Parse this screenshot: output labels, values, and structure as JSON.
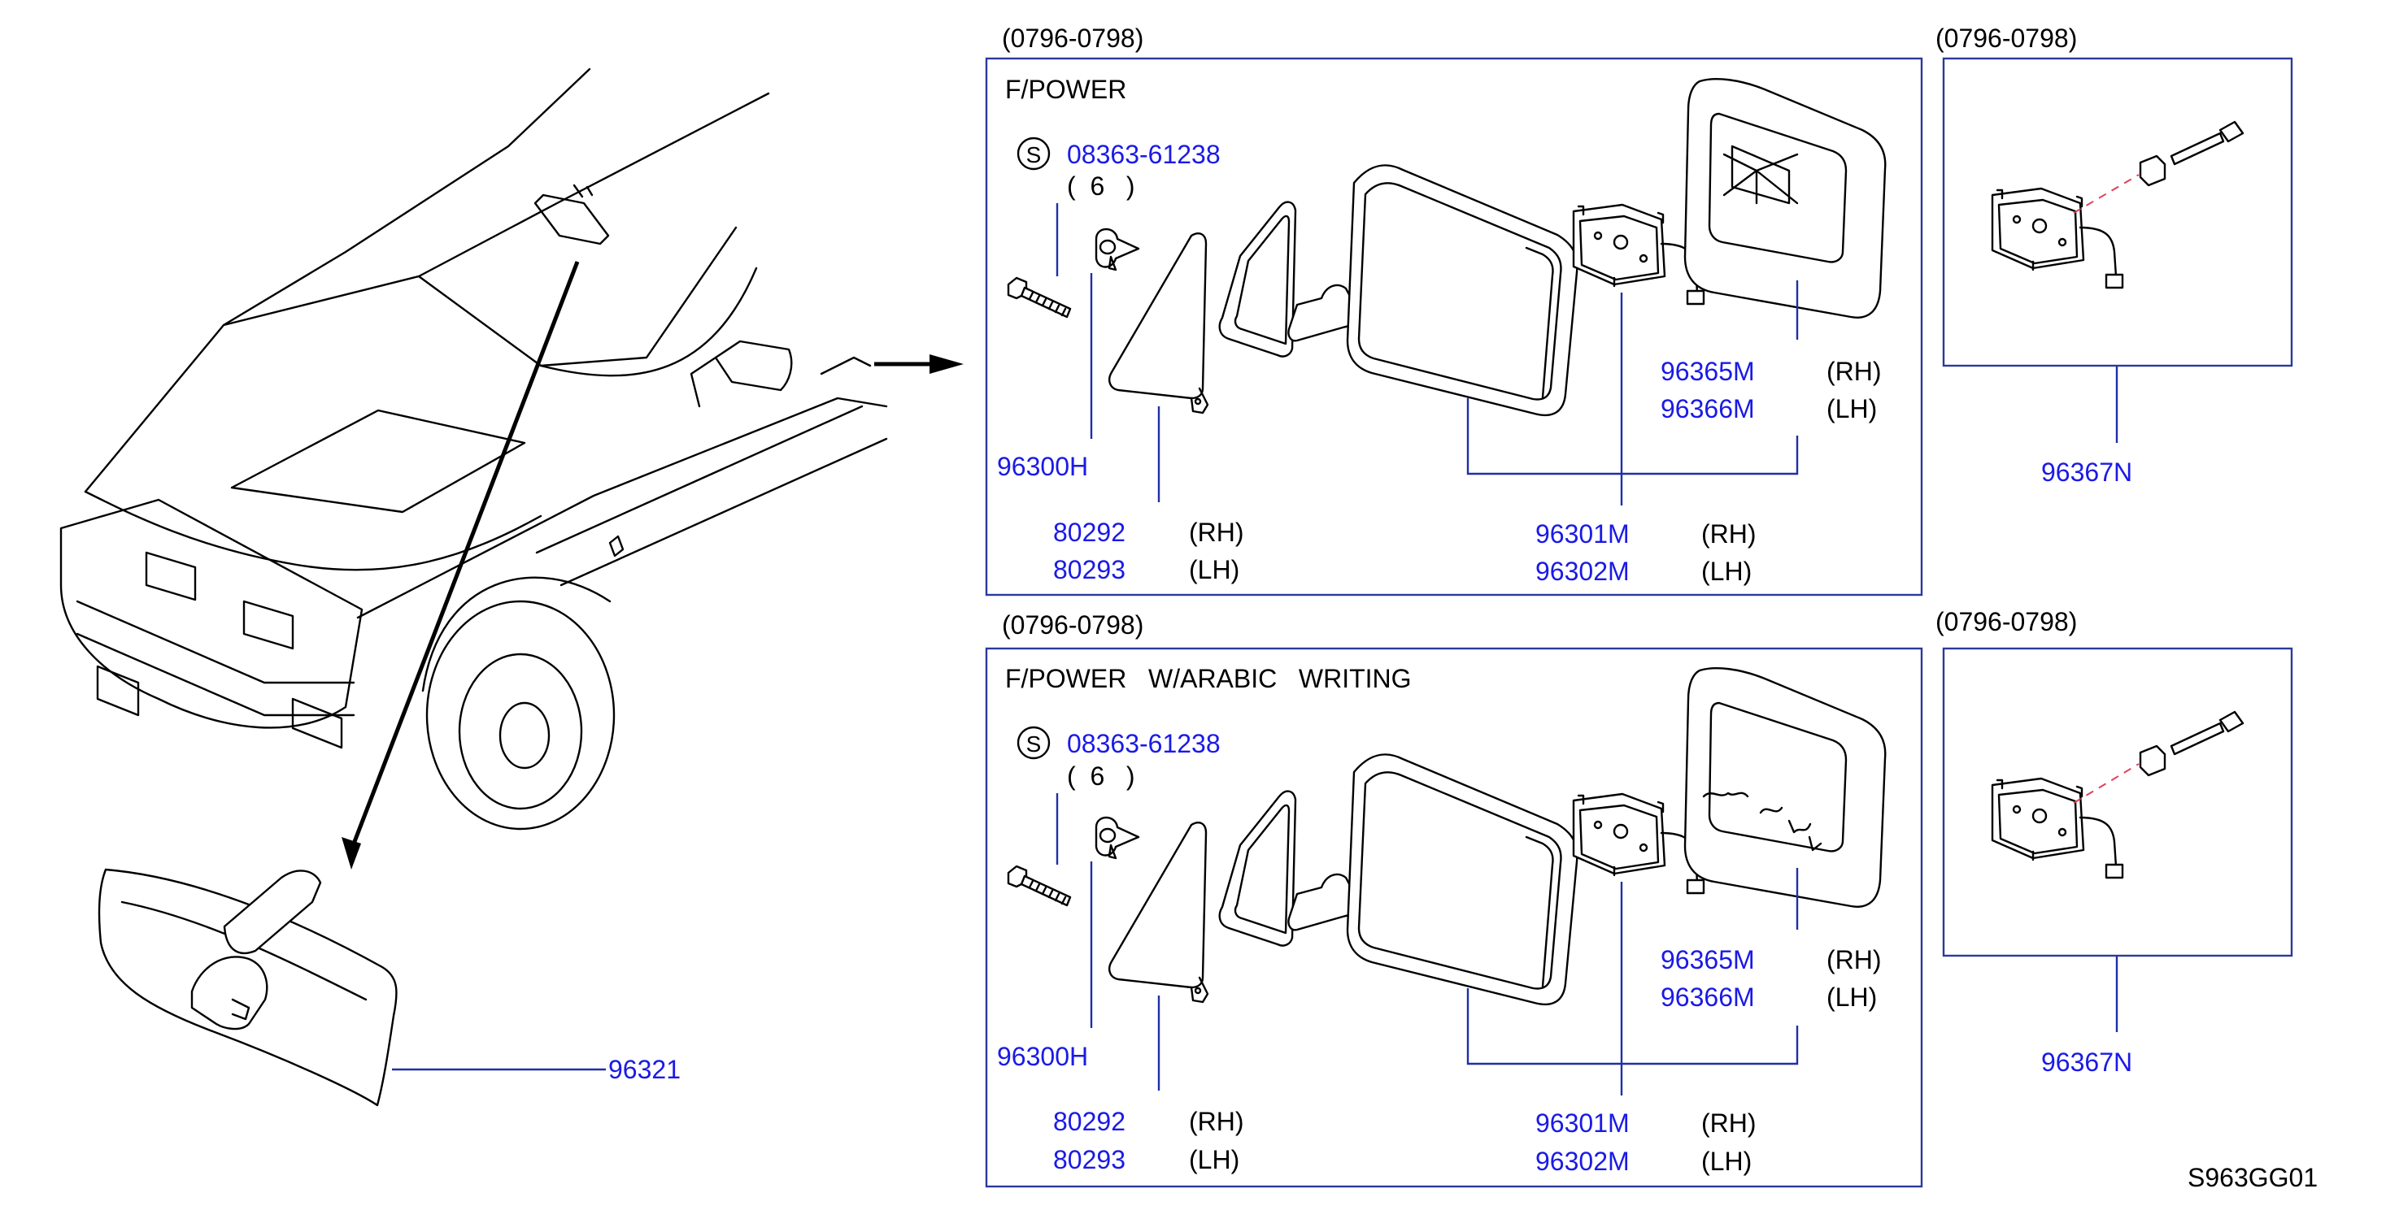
{
  "drawing_code": "S963GG01",
  "colors": {
    "part_number": "#1a1ae6",
    "frame": "#2a3a9a",
    "lead": "#1f2fa8"
  },
  "inside_mirror": {
    "part": "96321"
  },
  "panels": [
    {
      "date_range": "(0796-0798)",
      "title": "F/POWER",
      "standard_symbol": "S",
      "screw_part": "08363-61238",
      "screw_qty": "(  6   )",
      "clip_part": "96300H",
      "cover_rh": "80292",
      "cover_rh_side": "(RH)",
      "cover_lh": "80293",
      "cover_lh_side": "(LH)",
      "mirror_rh": "96301M",
      "mirror_rh_side": "(RH)",
      "mirror_lh": "96302M",
      "mirror_lh_side": "(LH)",
      "glass_rh": "96365M",
      "glass_rh_side": "(RH)",
      "glass_lh": "96366M",
      "glass_lh_side": "(LH)"
    },
    {
      "date_range": "(0796-0798)",
      "title": "F/POWER   W/ARABIC   WRITING",
      "standard_symbol": "S",
      "screw_part": "08363-61238",
      "screw_qty": "(  6   )",
      "clip_part": "96300H",
      "cover_rh": "80292",
      "cover_rh_side": "(RH)",
      "cover_lh": "80293",
      "cover_lh_side": "(LH)",
      "mirror_rh": "96301M",
      "mirror_rh_side": "(RH)",
      "mirror_lh": "96302M",
      "mirror_lh_side": "(LH)",
      "glass_rh": "96365M",
      "glass_rh_side": "(RH)",
      "glass_lh": "96366M",
      "glass_lh_side": "(LH)"
    }
  ],
  "actuator_panels": [
    {
      "date_range": "(0796-0798)",
      "part": "96367N"
    },
    {
      "date_range": "(0796-0798)",
      "part": "96367N"
    }
  ],
  "icons": [
    "vehicle-illustration",
    "inside-mirror-icon",
    "screw-icon",
    "clip-icon",
    "mirror-cover-icon",
    "mirror-body-icon",
    "actuator-icon",
    "mirror-glass-icon"
  ]
}
